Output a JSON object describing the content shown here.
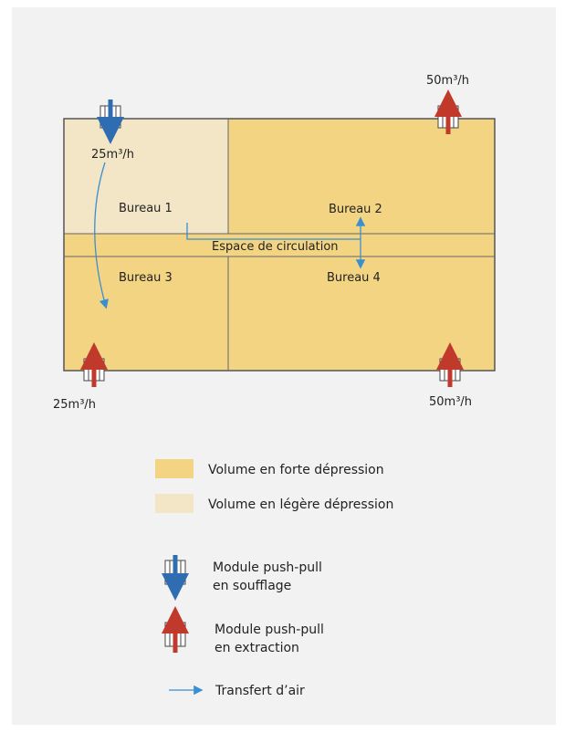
{
  "close_icon": "close-icon",
  "colors": {
    "strong_depression": "#f2d483",
    "light_depression": "#f2e6c6",
    "supply": "#2e6db2",
    "extraction": "#c0392b",
    "air_transfer": "#3a8fd0",
    "close": "#e8541e"
  },
  "flows": {
    "top_right": "50m³/h",
    "top_left": "25m³/h",
    "bottom_left": "25m³/h",
    "bottom_right": "50m³/h"
  },
  "rooms": {
    "bureau1": "Bureau 1",
    "bureau2": "Bureau 2",
    "bureau3": "Bureau 3",
    "bureau4": "Bureau 4",
    "corridor": "Espace de circulation"
  },
  "legend": {
    "strong": "Volume en forte dépression",
    "light": "Volume en légère dépression",
    "supply_line1": "Module push-pull",
    "supply_line2": "en soufflage",
    "extract_line1": "Module push-pull",
    "extract_line2": "en extraction",
    "transfer": "Transfert d’air"
  }
}
